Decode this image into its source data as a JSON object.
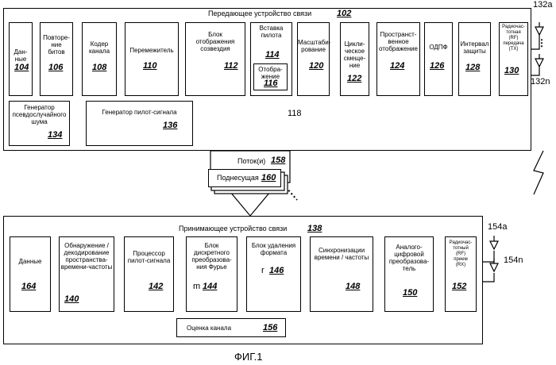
{
  "tx": {
    "title": "Передающее устройство связи",
    "ref": "102",
    "blocks": [
      {
        "label": "Дан-\nные",
        "ref": "104"
      },
      {
        "label": "Повторе-\nние\nбитов",
        "ref": "106"
      },
      {
        "label": "Кодер\nканала",
        "ref": "108"
      },
      {
        "label": "Перемежитель",
        "ref": "110"
      },
      {
        "label": "Блок\nотображения\nсозвездия",
        "ref": "112"
      },
      {
        "label": "Вставка\nпилота",
        "ref": "114"
      },
      {
        "label": "Отобра-\nжение",
        "ref": "116"
      },
      {
        "label": "Масштаби-\nрование",
        "ref": "120"
      },
      {
        "label": "Цикли-\nческое\nсмеще-\nние",
        "ref": "122"
      },
      {
        "label": "Пространст-\nвенное\nотображение",
        "ref": "124"
      },
      {
        "label": "ОДПФ",
        "ref": "126"
      },
      {
        "label": "Интервал\nзащиты",
        "ref": "128"
      },
      {
        "label": "Радиочас-\nтотная\n(RF)\nпередача\n(TX)",
        "ref": "130"
      },
      {
        "label": "Генератор\nпсевдослучайного\nшума",
        "ref": "134"
      },
      {
        "label": "Генератор пилот-сигнала",
        "ref": "136"
      }
    ],
    "line_ref": "118",
    "antenna_top": "132a",
    "antenna_bottom": "132n"
  },
  "stream": {
    "label": "Поток(и)",
    "ref": "158",
    "subcarrier": "Поднесущая",
    "subcarrier_ref": "160"
  },
  "rx": {
    "title": "Принимающее устройство связи",
    "ref": "138",
    "blocks": [
      {
        "label": "Данные",
        "ref": "164"
      },
      {
        "label": "Обнаружение /\nдекодирование\nпространства-\nвремени-частоты",
        "ref": "140"
      },
      {
        "label": "Процессор\nпилот-сигнала",
        "ref": "142"
      },
      {
        "label": "Блок\nдискретного\nпреобразова-\nния Фурье",
        "ref": "144",
        "prefix": "m"
      },
      {
        "label": "Блок удаления\nформата",
        "ref": "146",
        "prefix": "r"
      },
      {
        "label": "Синхронизации\nвремени / частоты",
        "ref": "148"
      },
      {
        "label": "Аналого-\nцифровой\nпреобразова-\nтель",
        "ref": "150"
      },
      {
        "label": "Радиочас-\nтотный\n(RF)\nприем\n(RX)",
        "ref": "152"
      },
      {
        "label": "Оценка канала",
        "ref": "156"
      }
    ],
    "antenna_top": "154a",
    "antenna_bottom": "154n"
  },
  "caption": "ФИГ.1"
}
